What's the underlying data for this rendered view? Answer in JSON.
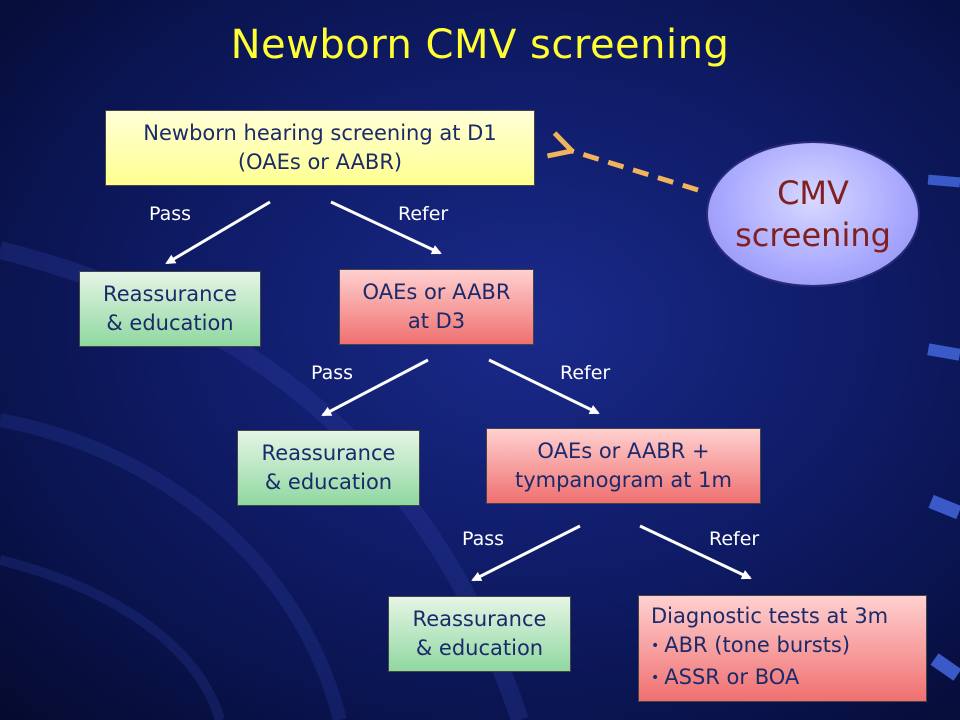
{
  "title": "Newborn CMV screening",
  "nodes": {
    "d1": {
      "line1": "Newborn hearing screening at D1",
      "line2": "(OAEs or AABR)"
    },
    "reassure1": {
      "line1": "Reassurance",
      "line2": "& education"
    },
    "d3": {
      "line1": "OAEs or AABR",
      "line2": "at D3"
    },
    "reassure2": {
      "line1": "Reassurance",
      "line2": "& education"
    },
    "m1": {
      "line1": "OAEs or AABR +",
      "line2": "tympanogram at 1m"
    },
    "reassure3": {
      "line1": "Reassurance",
      "line2": "& education"
    },
    "diag": {
      "line1": "Diagnostic tests at 3m",
      "bullets": [
        "ABR (tone bursts)",
        "ASSR or BOA"
      ]
    }
  },
  "edge_labels": {
    "pass1": "Pass",
    "refer1": "Refer",
    "pass2": "Pass",
    "refer2": "Refer",
    "pass3": "Pass",
    "refer3": "Refer"
  },
  "cmv": {
    "line1": "CMV",
    "line2": "screening"
  }
}
